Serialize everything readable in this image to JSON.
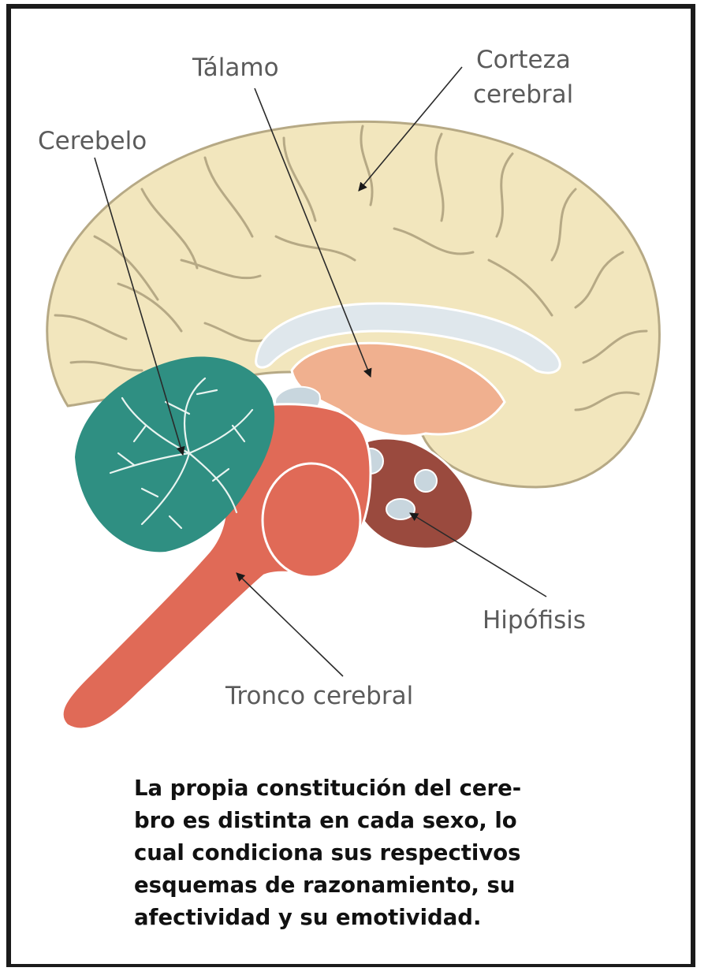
{
  "labels": {
    "talamo": "Tálamo",
    "corteza_line1": "Corteza",
    "corteza_line2": "cerebral",
    "cerebelo": "Cerebelo",
    "hipofisis": "Hipófisis",
    "tronco": "Tronco cerebral"
  },
  "caption": {
    "lines": [
      "La propia constitución del cere-",
      "bro es distinta en cada sexo, lo",
      "cual condiciona sus respectivos",
      "esquemas de razonamiento, su",
      "afectividad y su emotividad."
    ]
  },
  "colors": {
    "cortex": "#f2e6bd",
    "cortex_stroke": "#b6a985",
    "cerebellum": "#2f8f82",
    "brainstem": "#e06a57",
    "thalamus": "#f0b08f",
    "corpus_callosum": "#dfe7ec",
    "hypothalamus": "#9a4a3e",
    "frame": "#1b1b1b"
  }
}
